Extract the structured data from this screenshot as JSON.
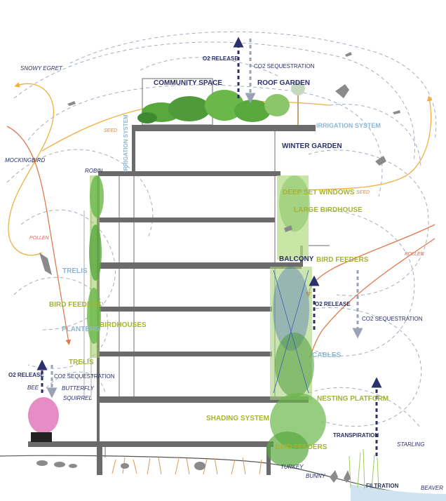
{
  "labels": {
    "o2_release_top": "O2 RELEASE",
    "co2_sequestration_top": "CO2 SEQUESTRATION",
    "snowy_egret": "SNOWY EGRET",
    "community_space": "COMMUNITY SPACE",
    "roof_garden": "ROOF GARDEN",
    "irrigation_system_vertical": "IRRIGATION SYSTEM",
    "irrigation_system": "IRRIGATION SYSTEM",
    "seed_left": "SEED",
    "seed_right": "SEED",
    "winter_garden": "WINTER GARDEN",
    "mockingbird": "MOCKINGBIRD",
    "robin": "ROBIN",
    "deep_set_windows": "DEEP SET WINDOWS",
    "large_birdhouse": "LARGE BIRDHOUSE",
    "pollen_left": "POLLEN",
    "pollen_right": "POLLEN",
    "balcony": "BALCONY",
    "bird_feeders_right": "BIRD FEEDERS",
    "trelis_upper": "TRELIS",
    "o2_release_mid": "O2 RELEASE",
    "bird_feeders_left": "BIRD FEEDERS",
    "co2_sequestration_mid": "CO2 SEQUESTRATION",
    "birdhouses": "BIRDHOUSES",
    "planters": "PLANTERS",
    "cables": "CABLES",
    "trelis_lower": "TRELIS",
    "o2_release_left": "O2 RELEASE",
    "co2_sequestration_left": "CO2 SEQUESTRATION",
    "bee": "BEE",
    "butterfly": "BUTTERFLY",
    "squirrel": "SQUIRREL",
    "nesting_platform": "NESTING PLATFORM",
    "shading_system": "SHADING SYSTEM",
    "bird_feeders_bottom": "BIRD FEEDERS",
    "transpiration": "TRANSPIRATION",
    "starling": "STARLING",
    "turkey": "TURKEY",
    "bunny": "BUNNY",
    "filtration": "FILTRATION",
    "beaver": "BEAVER"
  },
  "colors": {
    "structure": "#6b6b6b",
    "foliage": "#4f9a3a",
    "foliage_light": "#9ccc5c",
    "vine_blue": "#3a5fb8",
    "flow_navy": "#2b2f6b",
    "co2_grey": "#9aa3b5",
    "seed_orange": "#f0b040",
    "pollen_red": "#e07a4e",
    "wind_dash": "#9aa5b8",
    "flowers_pink": "#e070b8",
    "water": "#cfe4f0",
    "grass": "#d99a55"
  }
}
